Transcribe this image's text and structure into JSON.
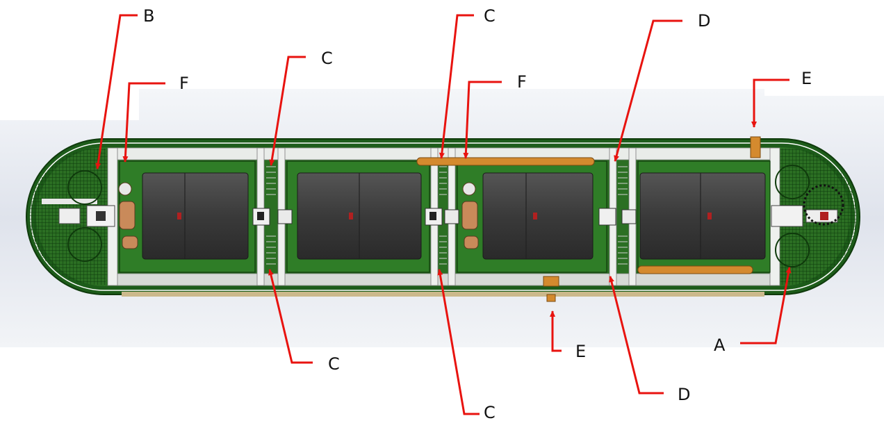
{
  "labels": {
    "b": "B",
    "c_top_left": "C",
    "c_top_center": "C",
    "c_bottom_left": "C",
    "c_bottom_center": "C",
    "d_top": "D",
    "d_bottom": "D",
    "f_left": "F",
    "f_center": "F",
    "e_top": "E",
    "e_bottom": "E",
    "a": "A"
  },
  "colors": {
    "frame_green": "#1d5c1a",
    "body_green": "#2f7d27",
    "drum_dark": "#3b3b3b",
    "rail_gray": "#d9dcd9",
    "pipe_orange": "#d48a2e",
    "callout_red": "#e8130f",
    "background_shade": "#dfe3ec"
  },
  "icons": {
    "callout": "red-leader-arrow",
    "drum": "gray-cylinder-drum"
  }
}
